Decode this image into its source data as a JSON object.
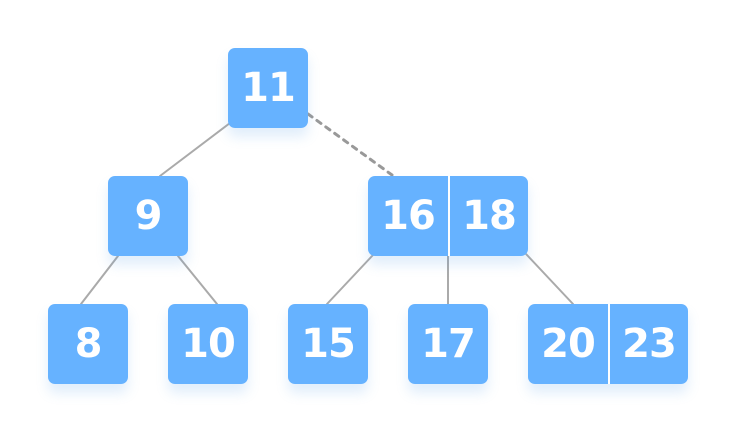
{
  "colors": {
    "node_fill": "#66b2ff",
    "node_text": "#ffffff",
    "edge": "#aaaaaa",
    "edge_dashed": "#999999"
  },
  "tree": {
    "root": {
      "keys": [
        "11"
      ]
    },
    "level1": [
      {
        "keys": [
          "9"
        ]
      },
      {
        "keys": [
          "16",
          "18"
        ]
      }
    ],
    "level2": [
      {
        "keys": [
          "8"
        ]
      },
      {
        "keys": [
          "10"
        ]
      },
      {
        "keys": [
          "15"
        ]
      },
      {
        "keys": [
          "17"
        ]
      },
      {
        "keys": [
          "20",
          "23"
        ]
      }
    ]
  },
  "edges": [
    {
      "from": "11",
      "to": "9",
      "style": "solid"
    },
    {
      "from": "11",
      "to": "16-18",
      "style": "dashed"
    },
    {
      "from": "9",
      "to": "8",
      "style": "solid"
    },
    {
      "from": "9",
      "to": "10",
      "style": "solid"
    },
    {
      "from": "16-18",
      "to": "15",
      "style": "solid"
    },
    {
      "from": "16-18",
      "to": "17",
      "style": "solid"
    },
    {
      "from": "16-18",
      "to": "20-23",
      "style": "solid"
    }
  ]
}
